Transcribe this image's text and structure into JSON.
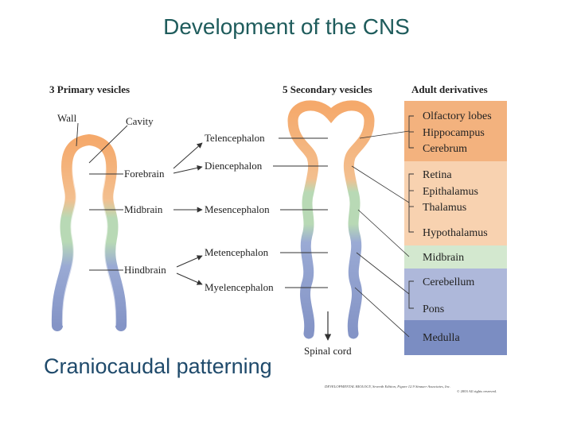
{
  "title": "Development of the CNS",
  "caption": "Craniocaudal patterning",
  "headers": {
    "primary": "3 Primary vesicles",
    "secondary": "5 Secondary vesicles",
    "adult": "Adult derivatives"
  },
  "labels": {
    "wall": "Wall",
    "cavity": "Cavity",
    "spinal_cord": "Spinal cord"
  },
  "primary_vesicles": [
    "Forebrain",
    "Midbrain",
    "Hindbrain"
  ],
  "secondary_vesicles": [
    "Telencephalon",
    "Diencephalon",
    "Mesencephalon",
    "Metencephalon",
    "Myelencephalon"
  ],
  "adult_derivatives": {
    "telencephalon": [
      "Olfactory lobes",
      "Hippocampus",
      "Cerebrum"
    ],
    "diencephalon": [
      "Retina",
      "Epithalamus",
      "Thalamus",
      "Hypothalamus"
    ],
    "mesencephalon": [
      "Midbrain"
    ],
    "metencephalon": [
      "Cerebellum",
      "Pons"
    ],
    "myelencephalon": [
      "Medulla"
    ]
  },
  "colors": {
    "title": "#1f5c5c",
    "caption": "#1f4a6b",
    "forebrain": "#f5a96b",
    "telencephalon_band": "#f3b27e",
    "diencephalon_band": "#f8d2b0",
    "midbrain": "#b8d9b5",
    "midbrain_band": "#d3e8cf",
    "hindbrain": "#8e9fcc",
    "metencephalon_band": "#aeb8da",
    "myelencephalon_band": "#7b8dc2"
  },
  "credit": {
    "line1": "DEVELOPMENTAL BIOLOGY, Seventh Edition, Figure 12.9  Sinauer Associates, Inc.",
    "line2": "© 2003 All rights reserved."
  }
}
